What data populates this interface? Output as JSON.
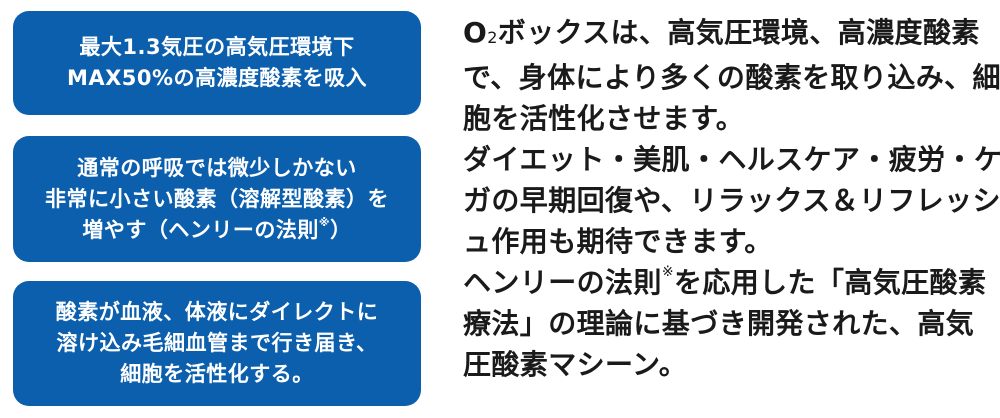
{
  "feature_boxes": [
    {
      "lines": [
        "最大1.3気圧の高気圧環境下",
        "MAX50%の高濃度酸素を吸入"
      ]
    },
    {
      "lines": [
        "通常の呼吸では微少しかない",
        "非常に小さい酸素（溶解型酸素）を"
      ],
      "line3_before_note": "増やす（ヘンリーの法則",
      "line3_note": "※",
      "line3_after_note": "）"
    },
    {
      "lines": [
        "酸素が血液、体液にダイレクトに",
        "溶け込み毛細血管まで行き届き、",
        "細胞を活性化する。"
      ]
    }
  ],
  "description": {
    "o2_prefix": "O",
    "o2_subscript": "2",
    "line1_rest": "ボックスは、高気圧環境、高濃度酸素",
    "line2": "で、身体により多くの酸素を取り込み、細",
    "line3": "胞を活性化させます。",
    "line4": "ダイエット・美肌・ヘルスケア・疲労・ケ",
    "line5": "ガの早期回復や、リラックス＆リフレッシ",
    "line6": "ュ作用も期待できます。",
    "line7_before_note": "ヘンリーの法則",
    "line7_note": "※",
    "line7_after_note": "を応用した「高気圧酸素",
    "line8": "療法」の理論に基づき開発された、高気",
    "line9": "圧酸素マシーン。"
  },
  "colors": {
    "box_background": "#0b5fad",
    "box_text": "#ffffff",
    "body_text": "#1a1a1a",
    "page_background": "#ffffff"
  }
}
